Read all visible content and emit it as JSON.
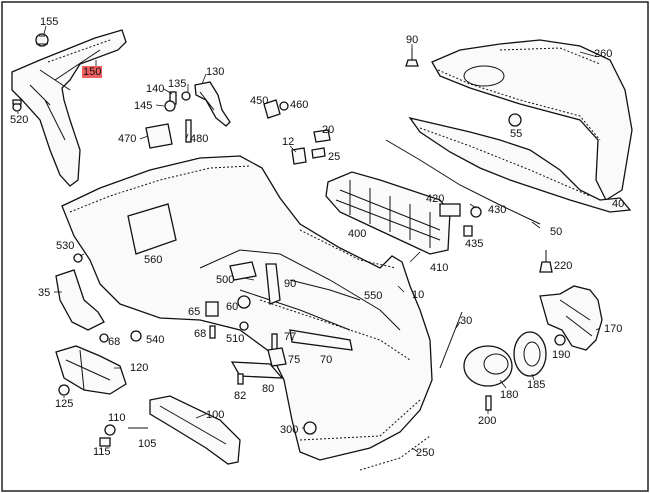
{
  "diagram": {
    "callouts": [
      {
        "id": "155",
        "label": "155",
        "highlight": false
      },
      {
        "id": "150",
        "label": "150",
        "highlight": true
      },
      {
        "id": "520",
        "label": "520",
        "highlight": false
      },
      {
        "id": "140",
        "label": "140",
        "highlight": false
      },
      {
        "id": "135",
        "label": "135",
        "highlight": false
      },
      {
        "id": "130",
        "label": "130",
        "highlight": false
      },
      {
        "id": "145",
        "label": "145",
        "highlight": false
      },
      {
        "id": "470",
        "label": "470",
        "highlight": false
      },
      {
        "id": "480",
        "label": "480",
        "highlight": false
      },
      {
        "id": "450",
        "label": "450",
        "highlight": false
      },
      {
        "id": "460",
        "label": "460",
        "highlight": false
      },
      {
        "id": "90a",
        "label": "90",
        "highlight": false
      },
      {
        "id": "260",
        "label": "260",
        "highlight": false
      },
      {
        "id": "55",
        "label": "55",
        "highlight": false
      },
      {
        "id": "12",
        "label": "12",
        "highlight": false
      },
      {
        "id": "20",
        "label": "20",
        "highlight": false
      },
      {
        "id": "25",
        "label": "25",
        "highlight": false
      },
      {
        "id": "420",
        "label": "420",
        "highlight": false
      },
      {
        "id": "430",
        "label": "430",
        "highlight": false
      },
      {
        "id": "400",
        "label": "400",
        "highlight": false
      },
      {
        "id": "435",
        "label": "435",
        "highlight": false
      },
      {
        "id": "40",
        "label": "40",
        "highlight": false
      },
      {
        "id": "50",
        "label": "50",
        "highlight": false
      },
      {
        "id": "410",
        "label": "410",
        "highlight": false
      },
      {
        "id": "220",
        "label": "220",
        "highlight": false
      },
      {
        "id": "530",
        "label": "530",
        "highlight": false
      },
      {
        "id": "560",
        "label": "560",
        "highlight": false
      },
      {
        "id": "500",
        "label": "500",
        "highlight": false
      },
      {
        "id": "90b",
        "label": "90",
        "highlight": false
      },
      {
        "id": "550",
        "label": "550",
        "highlight": false
      },
      {
        "id": "10",
        "label": "10",
        "highlight": false
      },
      {
        "id": "35",
        "label": "35",
        "highlight": false
      },
      {
        "id": "65",
        "label": "65",
        "highlight": false
      },
      {
        "id": "60",
        "label": "60",
        "highlight": false
      },
      {
        "id": "68a",
        "label": "68",
        "highlight": false
      },
      {
        "id": "540",
        "label": "540",
        "highlight": false
      },
      {
        "id": "68b",
        "label": "68",
        "highlight": false
      },
      {
        "id": "510",
        "label": "510",
        "highlight": false
      },
      {
        "id": "77",
        "label": "77",
        "highlight": false
      },
      {
        "id": "75",
        "label": "75",
        "highlight": false
      },
      {
        "id": "70",
        "label": "70",
        "highlight": false
      },
      {
        "id": "30",
        "label": "30",
        "highlight": false
      },
      {
        "id": "170",
        "label": "170",
        "highlight": false
      },
      {
        "id": "190",
        "label": "190",
        "highlight": false
      },
      {
        "id": "120",
        "label": "120",
        "highlight": false
      },
      {
        "id": "125",
        "label": "125",
        "highlight": false
      },
      {
        "id": "82",
        "label": "82",
        "highlight": false
      },
      {
        "id": "80",
        "label": "80",
        "highlight": false
      },
      {
        "id": "185",
        "label": "185",
        "highlight": false
      },
      {
        "id": "180",
        "label": "180",
        "highlight": false
      },
      {
        "id": "110",
        "label": "110",
        "highlight": false
      },
      {
        "id": "100",
        "label": "100",
        "highlight": false
      },
      {
        "id": "115",
        "label": "115",
        "highlight": false
      },
      {
        "id": "105",
        "label": "105",
        "highlight": false
      },
      {
        "id": "300",
        "label": "300",
        "highlight": false
      },
      {
        "id": "200",
        "label": "200",
        "highlight": false
      },
      {
        "id": "250",
        "label": "250",
        "highlight": false
      }
    ],
    "colors": {
      "highlight": "#f06060",
      "line": "#111111",
      "background": "#ffffff"
    }
  }
}
